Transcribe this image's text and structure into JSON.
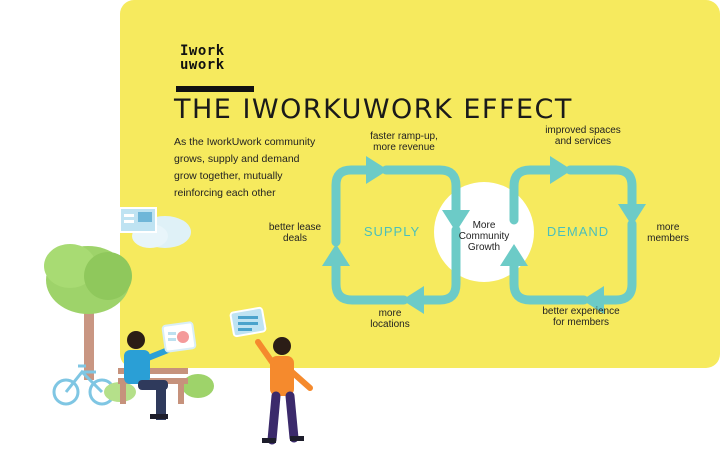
{
  "colors": {
    "panel": "#f6ea5e",
    "loop": "#6ccbc7",
    "accent_text": "#4bbfba",
    "center": "#ffffff"
  },
  "logo": {
    "line1": "Iwork",
    "line2": "uwork"
  },
  "title": "THE IWORKUWORK EFFECT",
  "intro": "As the IworkUwork community grows, supply and demand grow together, mutually reinforcing each other",
  "diagram": {
    "center": "More Community Growth",
    "supply": {
      "name": "SUPPLY",
      "top": "faster ramp-up, more revenue",
      "left": "better lease deals",
      "bottom": "more locations"
    },
    "demand": {
      "name": "DEMAND",
      "top": "improved spaces and services",
      "right": "more members",
      "bottom": "better experience for members"
    }
  },
  "icons": [
    "photo-card-icon",
    "cloud-icon",
    "chart-card-icon",
    "document-card-icon",
    "tree-icon",
    "bicycle-icon",
    "bench-icon",
    "person-sitting-icon",
    "person-standing-icon",
    "bush-icon"
  ]
}
